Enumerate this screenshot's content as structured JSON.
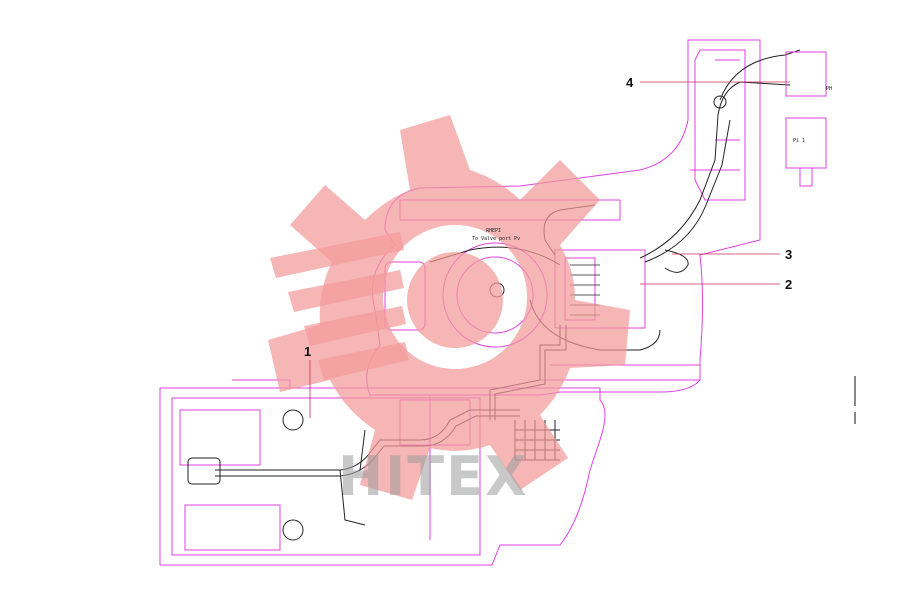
{
  "callouts": [
    {
      "id": "1",
      "label": "1"
    },
    {
      "id": "2",
      "label": "2"
    },
    {
      "id": "3",
      "label": "3"
    },
    {
      "id": "4",
      "label": "4"
    }
  ],
  "labels": {
    "valve_port_line1": "RHEPI",
    "valve_port_line2": "To Valve port Pv",
    "pilot_top": "PH",
    "pilot_bottom": "Pi 1"
  },
  "watermark": {
    "text": "HITEX",
    "color": "#f08080"
  },
  "colors": {
    "outline": "#e040e0",
    "wiring": "#222222",
    "watermark_gear": "#f39a9a",
    "callout_line": "#c0305a"
  }
}
